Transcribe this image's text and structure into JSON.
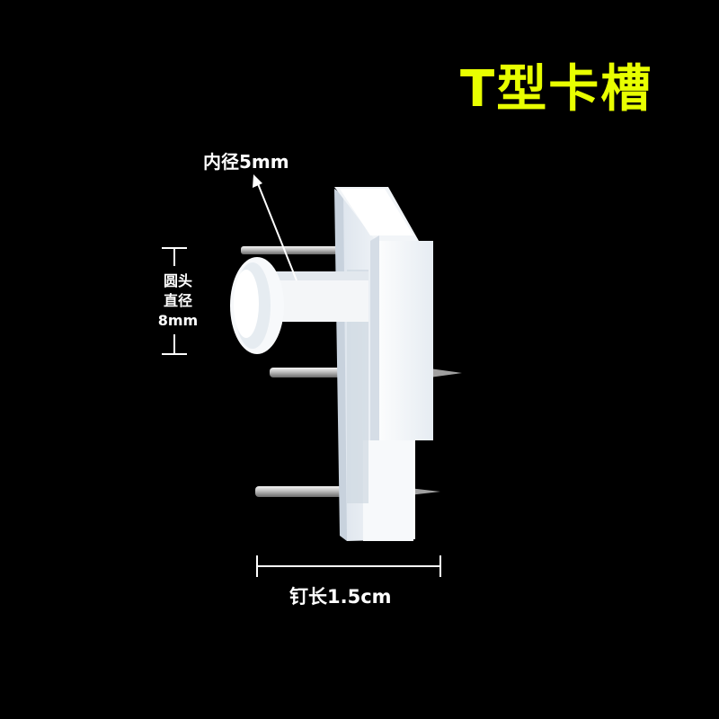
{
  "product": {
    "title": "T型卡槽",
    "title_color": "#e8ff00"
  },
  "annotations": {
    "inner_diameter": "内径5mm",
    "head_diameter_line1": "圆头",
    "head_diameter_line2": "直径",
    "head_diameter_line3": "8mm",
    "nail_length": "钉长1.5cm"
  },
  "colors": {
    "background": "#000000",
    "plastic": "#ffffff",
    "pin": "#b9b9b9"
  }
}
